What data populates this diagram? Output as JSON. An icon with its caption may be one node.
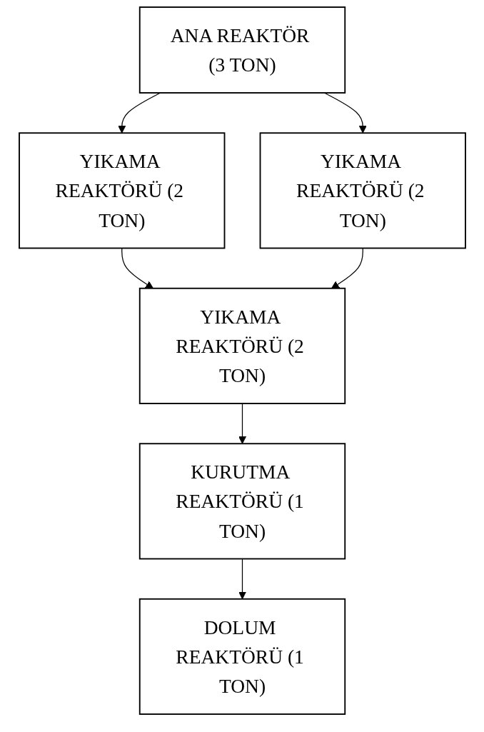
{
  "diagram": {
    "nodes": [
      {
        "text": [
          "ANA REAKTÖR (3 TON)"
        ]
      },
      {
        "text": [
          "YIKAMA REAKTÖRÜ (2 TON)"
        ]
      },
      {
        "text": [
          "YIKAMA REAKTÖRÜ (2 TON)"
        ]
      },
      {
        "text": [
          "YIKAMA REAKTÖRÜ (2 TON)"
        ]
      },
      {
        "text": [
          "KURUTMA REAKTÖRÜ (1 TON)"
        ]
      },
      {
        "text": [
          "DOLUM REAKTÖRÜ (1 TON)"
        ]
      }
    ],
    "edges": [
      {
        "from": 0,
        "to": 1,
        "arrow": "to"
      },
      {
        "from": 0,
        "to": 2,
        "arrow": "to"
      },
      {
        "from": 1,
        "to": 3,
        "arrow": "to"
      },
      {
        "from": 2,
        "to": 3,
        "arrow": "to"
      },
      {
        "from": 3,
        "to": 4,
        "arrow": "to"
      },
      {
        "from": 4,
        "to": 5,
        "arrow": "to"
      }
    ]
  }
}
